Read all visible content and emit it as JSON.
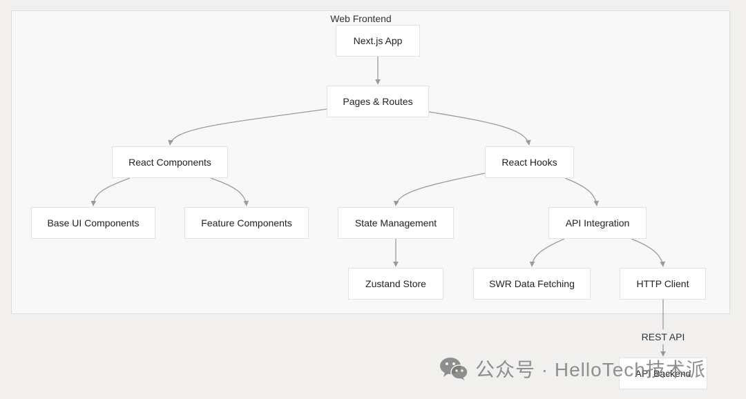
{
  "diagram": {
    "cluster_title": "Web Frontend",
    "nodes": {
      "next_app": "Next.js App",
      "pages_routes": "Pages & Routes",
      "react_components": "React Components",
      "react_hooks": "React Hooks",
      "base_ui": "Base UI Components",
      "feature_components": "Feature Components",
      "state_management": "State Management",
      "api_integration": "API Integration",
      "zustand_store": "Zustand Store",
      "swr_data_fetching": "SWR Data Fetching",
      "http_client": "HTTP Client",
      "api_backend": "API Backend"
    },
    "edges": [
      {
        "from": "next_app",
        "to": "pages_routes"
      },
      {
        "from": "pages_routes",
        "to": "react_components"
      },
      {
        "from": "pages_routes",
        "to": "react_hooks"
      },
      {
        "from": "react_components",
        "to": "base_ui"
      },
      {
        "from": "react_components",
        "to": "feature_components"
      },
      {
        "from": "react_hooks",
        "to": "state_management"
      },
      {
        "from": "react_hooks",
        "to": "api_integration"
      },
      {
        "from": "state_management",
        "to": "zustand_store"
      },
      {
        "from": "api_integration",
        "to": "swr_data_fetching"
      },
      {
        "from": "api_integration",
        "to": "http_client"
      },
      {
        "from": "http_client",
        "to": "api_backend",
        "label": "REST API"
      }
    ],
    "edge_label_rest": "REST API",
    "colors": {
      "background": "#f1f0ef",
      "cluster_fill": "#f8f8f8",
      "node_fill": "#ffffff",
      "edge": "#9a9a9a"
    }
  },
  "watermark": {
    "text": "公众号 · HelloTech技术派",
    "icon": "wechat-logo-icon"
  }
}
